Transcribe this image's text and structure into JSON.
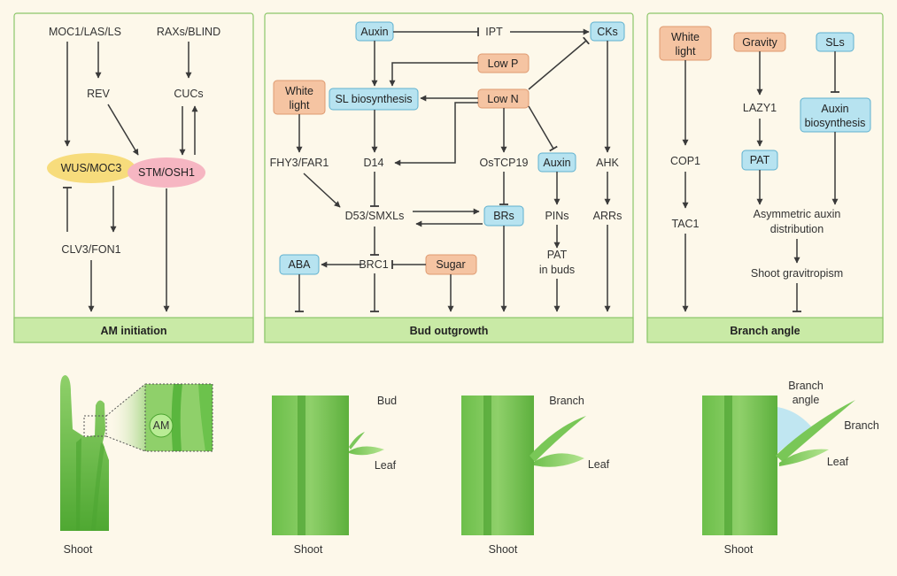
{
  "panels": {
    "am": {
      "footer": "AM initiation"
    },
    "bud": {
      "footer": "Bud outgrowth"
    },
    "angle": {
      "footer": "Branch angle"
    }
  },
  "am": {
    "moc1": "MOC1/LAS/LS",
    "raxs": "RAXs/BLIND",
    "rev": "REV",
    "cucs": "CUCs",
    "wus": "WUS/MOC3",
    "stm": "STM/OSH1",
    "clv3": "CLV3/FON1"
  },
  "bud": {
    "auxin_top": "Auxin",
    "ipt": "IPT",
    "cks": "CKs",
    "low_p": "Low P",
    "white_light_1": "White",
    "white_light_2": "light",
    "sl_bio": "SL biosynthesis",
    "low_n": "Low N",
    "fhy3": "FHY3/FAR1",
    "d14": "D14",
    "ostcp19": "OsTCP19",
    "auxin_mid": "Auxin",
    "ahk": "AHK",
    "d53": "D53/SMXLs",
    "brs": "BRs",
    "pins": "PINs",
    "arrs": "ARRs",
    "aba": "ABA",
    "brc1": "BRC1",
    "sugar": "Sugar",
    "pat_1": "PAT",
    "pat_2": "in buds"
  },
  "angle": {
    "white_light_1": "White",
    "white_light_2": "light",
    "gravity": "Gravity",
    "sls": "SLs",
    "lazy1": "LAZY1",
    "auxin_bio_1": "Auxin",
    "auxin_bio_2": "biosynthesis",
    "cop1": "COP1",
    "pat": "PAT",
    "tac1": "TAC1",
    "asym_1": "Asymmetric auxin",
    "asym_2": "distribution",
    "gravitropism": "Shoot gravitropism"
  },
  "illustrations": {
    "am_label": "AM",
    "shoot1": "Shoot",
    "shoot2": "Shoot",
    "shoot3": "Shoot",
    "shoot4": "Shoot",
    "bud": "Bud",
    "leaf2": "Leaf",
    "branch3": "Branch",
    "leaf3": "Leaf",
    "branch_angle_1": "Branch",
    "branch_angle_2": "angle",
    "branch4": "Branch",
    "leaf4": "Leaf"
  },
  "colors": {
    "blue_box": "#b7e3f0",
    "orange_box": "#f5c4a2",
    "panel_footer": "#c9eaa6",
    "wus_ellipse": "#f7dc7c",
    "stm_ellipse": "#f6b6c2"
  }
}
